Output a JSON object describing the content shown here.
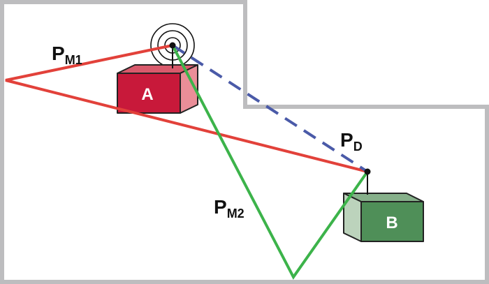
{
  "labels": {
    "pm1": {
      "main": "P",
      "sub": "M1"
    },
    "pm2": {
      "main": "P",
      "sub": "M2"
    },
    "pd": {
      "main": "P",
      "sub": "D"
    },
    "box_a": "A",
    "box_b": "B"
  },
  "colors": {
    "wall": "#bdbdbf",
    "path_m1": "#e2413a",
    "path_m2": "#3cb34a",
    "path_direct": "#4a5aa8",
    "box_a_front": "#c8193a",
    "box_a_top": "#d95a6c",
    "box_a_side": "#ea8e98",
    "box_b_front": "#4f8f58",
    "box_b_top": "#86b08a",
    "box_b_side": "#bcd3bc"
  }
}
